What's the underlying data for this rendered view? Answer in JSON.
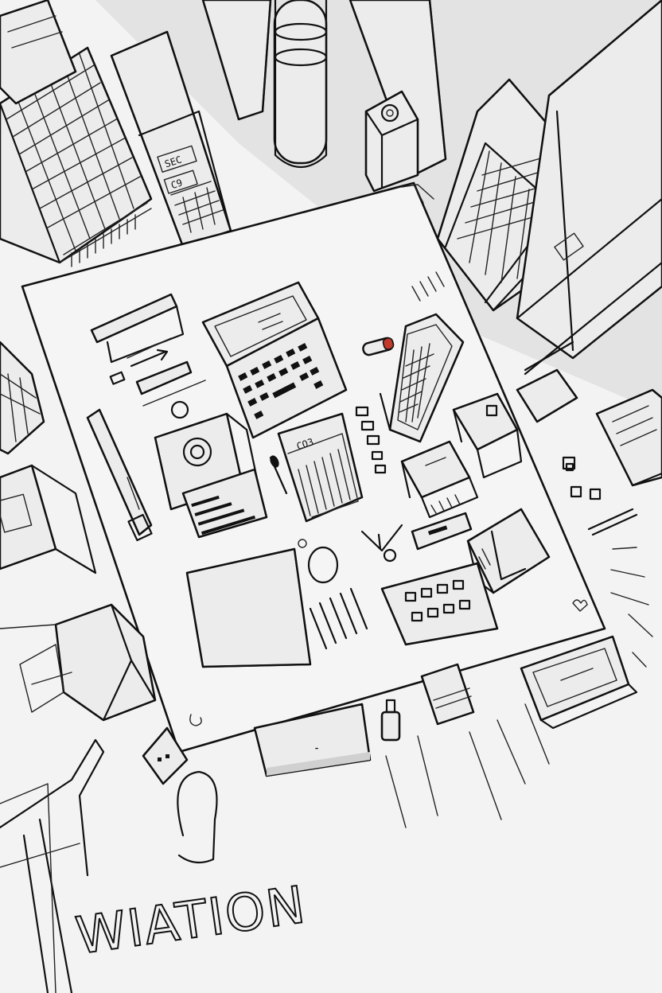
{
  "sketch": {
    "caption_word": "WIATION",
    "tower_left_plate": "SEC",
    "tower_left_plate2": "C9",
    "device_label": "CO3"
  },
  "colors": {
    "paper": "#f3f3f3",
    "ink": "#111111",
    "shadow": "#d9d9d9",
    "accent": "#c0392b"
  }
}
